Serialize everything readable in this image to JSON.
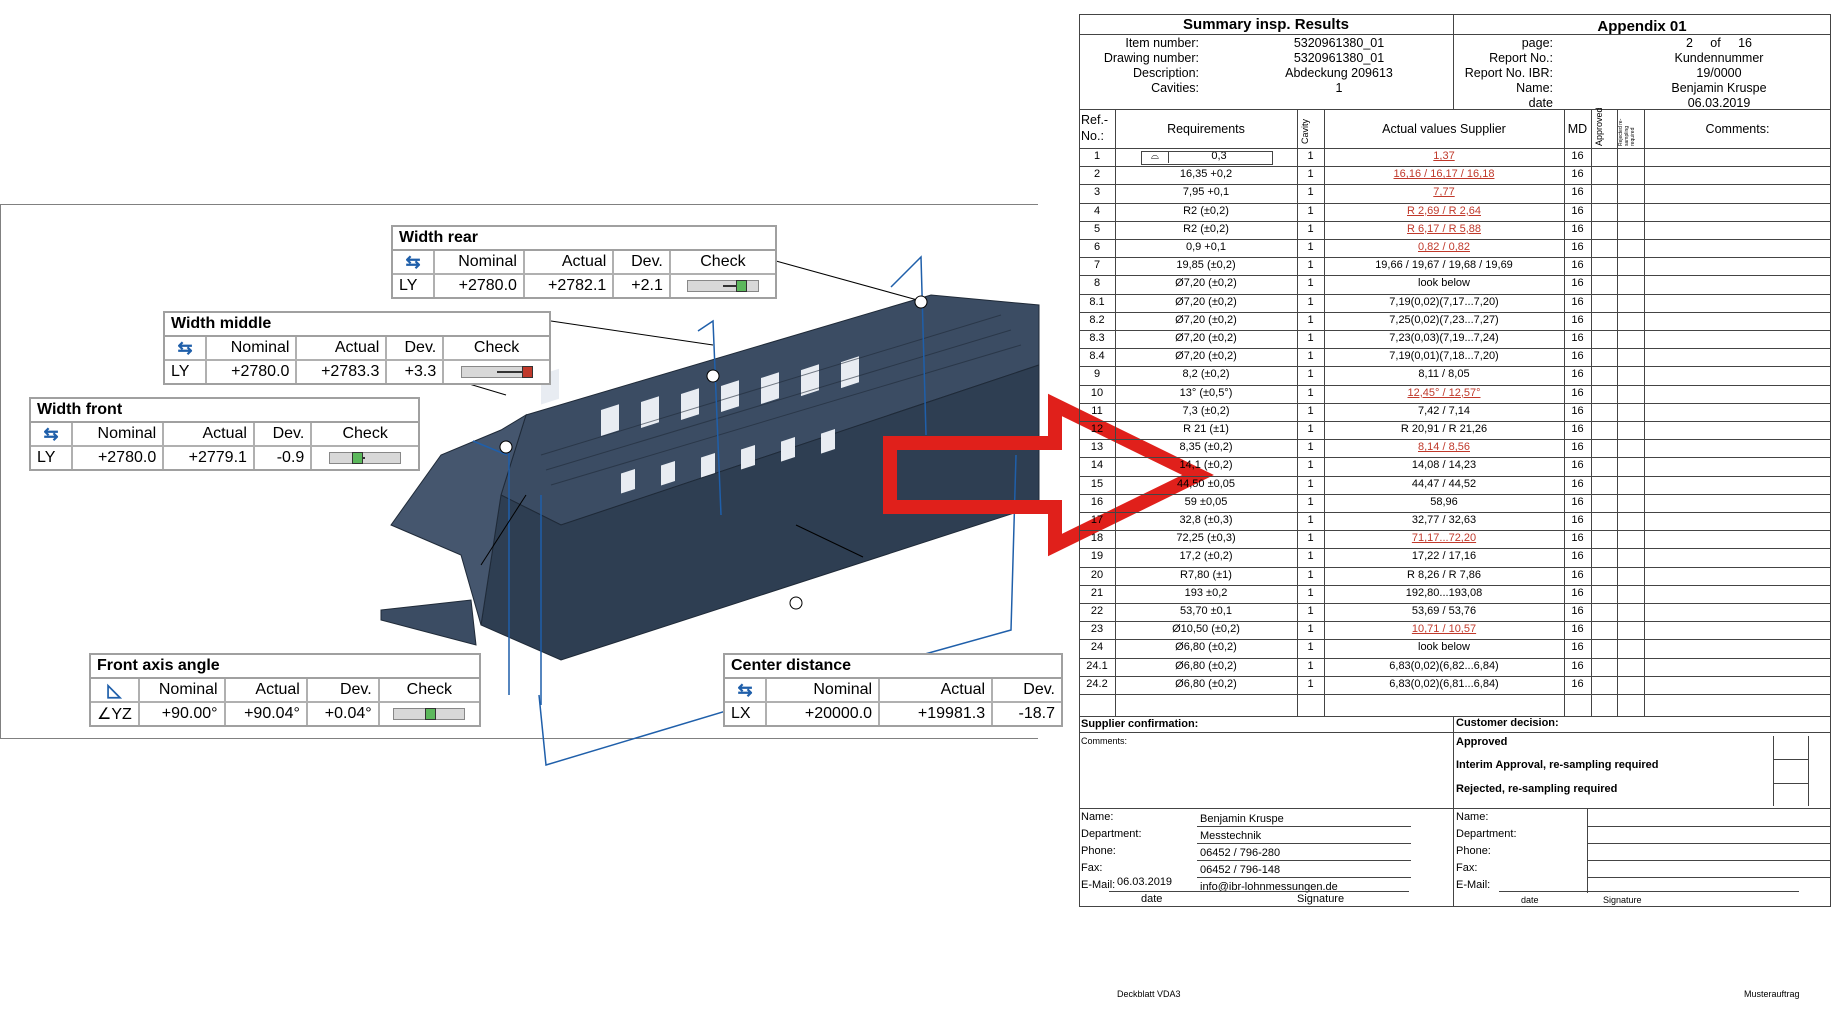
{
  "callouts": {
    "width_rear": {
      "title": "Width rear",
      "headers": [
        "Nominal",
        "Actual",
        "Dev.",
        "Check"
      ],
      "axis": "LY",
      "nominal": "+2780.0",
      "actual": "+2782.1",
      "dev": "+2.1",
      "status": "ok"
    },
    "width_middle": {
      "title": "Width middle",
      "headers": [
        "Nominal",
        "Actual",
        "Dev.",
        "Check"
      ],
      "axis": "LY",
      "nominal": "+2780.0",
      "actual": "+2783.3",
      "dev": "+3.3",
      "status": "fail"
    },
    "width_front": {
      "title": "Width front",
      "headers": [
        "Nominal",
        "Actual",
        "Dev.",
        "Check"
      ],
      "axis": "LY",
      "nominal": "+2780.0",
      "actual": "+2779.1",
      "dev": "-0.9",
      "status": "ok"
    },
    "front_axis_angle": {
      "title": "Front axis angle",
      "headers": [
        "Nominal",
        "Actual",
        "Dev.",
        "Check"
      ],
      "axis": "∠YZ",
      "nominal": "+90.00°",
      "actual": "+90.04°",
      "dev": "+0.04°",
      "status": "ok"
    },
    "center_distance": {
      "title": "Center distance",
      "headers": [
        "Nominal",
        "Actual",
        "Dev."
      ],
      "axis": "LX",
      "nominal": "+20000.0",
      "actual": "+19981.3",
      "dev": "-18.7"
    }
  },
  "colors": {
    "model": "#2e3e52",
    "ok": "#5cb85c",
    "fail": "#c0392b",
    "arrow": "#e0201b",
    "icon": "#1f5faa"
  },
  "report": {
    "title": "Summary insp. Results",
    "appendix": "Appendix 01",
    "item_labels": [
      "Item number:",
      "Drawing number:",
      "Description:",
      "Cavities:"
    ],
    "item_values": [
      "5320961380_01",
      "5320961380_01",
      "Abdeckung 209613",
      "1"
    ],
    "page_labels": [
      "page:",
      "Report No.:",
      "Report No. IBR:",
      "Name:",
      "date"
    ],
    "page_values": [
      "2     of     16",
      "Kundennummer",
      "19/0000",
      "Benjamin Kruspe",
      "06.03.2019"
    ],
    "col_ref": "Ref.-\nNo.:",
    "col_req": "Requirements",
    "col_cavity": "Cavity",
    "col_actual": "Actual values Supplier",
    "col_md": "MD",
    "col_approved": "Approved",
    "col_resample": "Rejected re-sampling required",
    "col_comments": "Comments:",
    "rows": [
      {
        "ref": "1",
        "req": "0,3",
        "cav": "1",
        "act": "1,37",
        "red": true
      },
      {
        "ref": "2",
        "req": "16,35 +0,2",
        "cav": "1",
        "act": "16,16 / 16,17 / 16,18",
        "red": true
      },
      {
        "ref": "3",
        "req": "7,95 +0,1",
        "cav": "1",
        "act": "7,77",
        "red": true
      },
      {
        "ref": "4",
        "req": "R2 (±0,2)",
        "cav": "1",
        "act": "R 2,69 / R 2,64",
        "red": true
      },
      {
        "ref": "5",
        "req": "R2 (±0,2)",
        "cav": "1",
        "act": "R 6,17 / R 5,88",
        "red": true
      },
      {
        "ref": "6",
        "req": "0,9 +0,1",
        "cav": "1",
        "act": "0,82 / 0,82",
        "red": true
      },
      {
        "ref": "7",
        "req": "19,85 (±0,2)",
        "cav": "1",
        "act": "19,66 / 19,67 / 19,68 / 19,69",
        "red": false
      },
      {
        "ref": "8",
        "req": "Ø7,20 (±0,2)",
        "cav": "1",
        "act": "look below",
        "red": false
      },
      {
        "ref": "8.1",
        "req": "Ø7,20 (±0,2)",
        "cav": "1",
        "act": "7,19(0,02)(7,17...7,20)",
        "red": false
      },
      {
        "ref": "8.2",
        "req": "Ø7,20 (±0,2)",
        "cav": "1",
        "act": "7,25(0,02)(7,23...7,27)",
        "red": false
      },
      {
        "ref": "8.3",
        "req": "Ø7,20 (±0,2)",
        "cav": "1",
        "act": "7,23(0,03)(7,19...7,24)",
        "red": false
      },
      {
        "ref": "8.4",
        "req": "Ø7,20 (±0,2)",
        "cav": "1",
        "act": "7,19(0,01)(7,18...7,20)",
        "red": false
      },
      {
        "ref": "9",
        "req": "8,2 (±0,2)",
        "cav": "1",
        "act": "8,11 / 8,05",
        "red": false
      },
      {
        "ref": "10",
        "req": "13° (±0,5°)",
        "cav": "1",
        "act": "12,45° / 12,57°",
        "red": true
      },
      {
        "ref": "11",
        "req": "7,3 (±0,2)",
        "cav": "1",
        "act": "7,42 / 7,14",
        "red": false
      },
      {
        "ref": "12",
        "req": "R 21 (±1)",
        "cav": "1",
        "act": "R 20,91 / R 21,26",
        "red": false
      },
      {
        "ref": "13",
        "req": "8,35 (±0,2)",
        "cav": "1",
        "act": "8,14 / 8,56",
        "red": true
      },
      {
        "ref": "14",
        "req": "14,1 (±0,2)",
        "cav": "1",
        "act": "14,08 / 14,23",
        "red": false
      },
      {
        "ref": "15",
        "req": "44,50 ±0,05",
        "cav": "1",
        "act": "44,47 / 44,52",
        "red": false
      },
      {
        "ref": "16",
        "req": "59 ±0,05",
        "cav": "1",
        "act": "58,96",
        "red": false
      },
      {
        "ref": "17",
        "req": "32,8 (±0,3)",
        "cav": "1",
        "act": "32,77 / 32,63",
        "red": false
      },
      {
        "ref": "18",
        "req": "72,25 (±0,3)",
        "cav": "1",
        "act": "71,17...72,20",
        "red": true
      },
      {
        "ref": "19",
        "req": "17,2 (±0,2)",
        "cav": "1",
        "act": "17,22 / 17,16",
        "red": false
      },
      {
        "ref": "20",
        "req": "R7,80 (±1)",
        "cav": "1",
        "act": "R 8,26 / R 7,86",
        "red": false
      },
      {
        "ref": "21",
        "req": "193 ±0,2",
        "cav": "1",
        "act": "192,80...193,08",
        "red": false
      },
      {
        "ref": "22",
        "req": "53,70 ±0,1",
        "cav": "1",
        "act": "53,69 / 53,76",
        "red": false
      },
      {
        "ref": "23",
        "req": "Ø10,50 (±0,2)",
        "cav": "1",
        "act": "10,71 / 10,57",
        "red": true
      },
      {
        "ref": "24",
        "req": "Ø6,80 (±0,2)",
        "cav": "1",
        "act": "look below",
        "red": false
      },
      {
        "ref": "24.1",
        "req": "Ø6,80 (±0,2)",
        "cav": "1",
        "act": "6,83(0,02)(6,82...6,84)",
        "red": false
      },
      {
        "ref": "24.2",
        "req": "Ø6,80 (±0,2)",
        "cav": "1",
        "act": "6,83(0,02)(6,81...6,84)",
        "red": false
      }
    ],
    "md_value": "16",
    "supplier_confirmation": "Supplier confirmation:",
    "customer_decision": "Customer decision:",
    "comments_label": "Comments:",
    "approved": "Approved",
    "interim": "Interim Approval, re-sampling required",
    "rejected": "Rejected, re-sampling required",
    "contact_labels": [
      "Name:",
      "Department:",
      "Phone:",
      "Fax:",
      "E-Mail:"
    ],
    "contact_values": [
      "Benjamin Kruspe",
      "Messtechnik",
      "06452 / 796-280",
      "06452 / 796-148",
      "info@ibr-lohnmessungen.de"
    ],
    "sign_date": "06.03.2019",
    "date_label": "date",
    "signature_label": "Signature",
    "footer_left": "Deckblatt VDA3",
    "footer_right": "Musterauftrag"
  }
}
